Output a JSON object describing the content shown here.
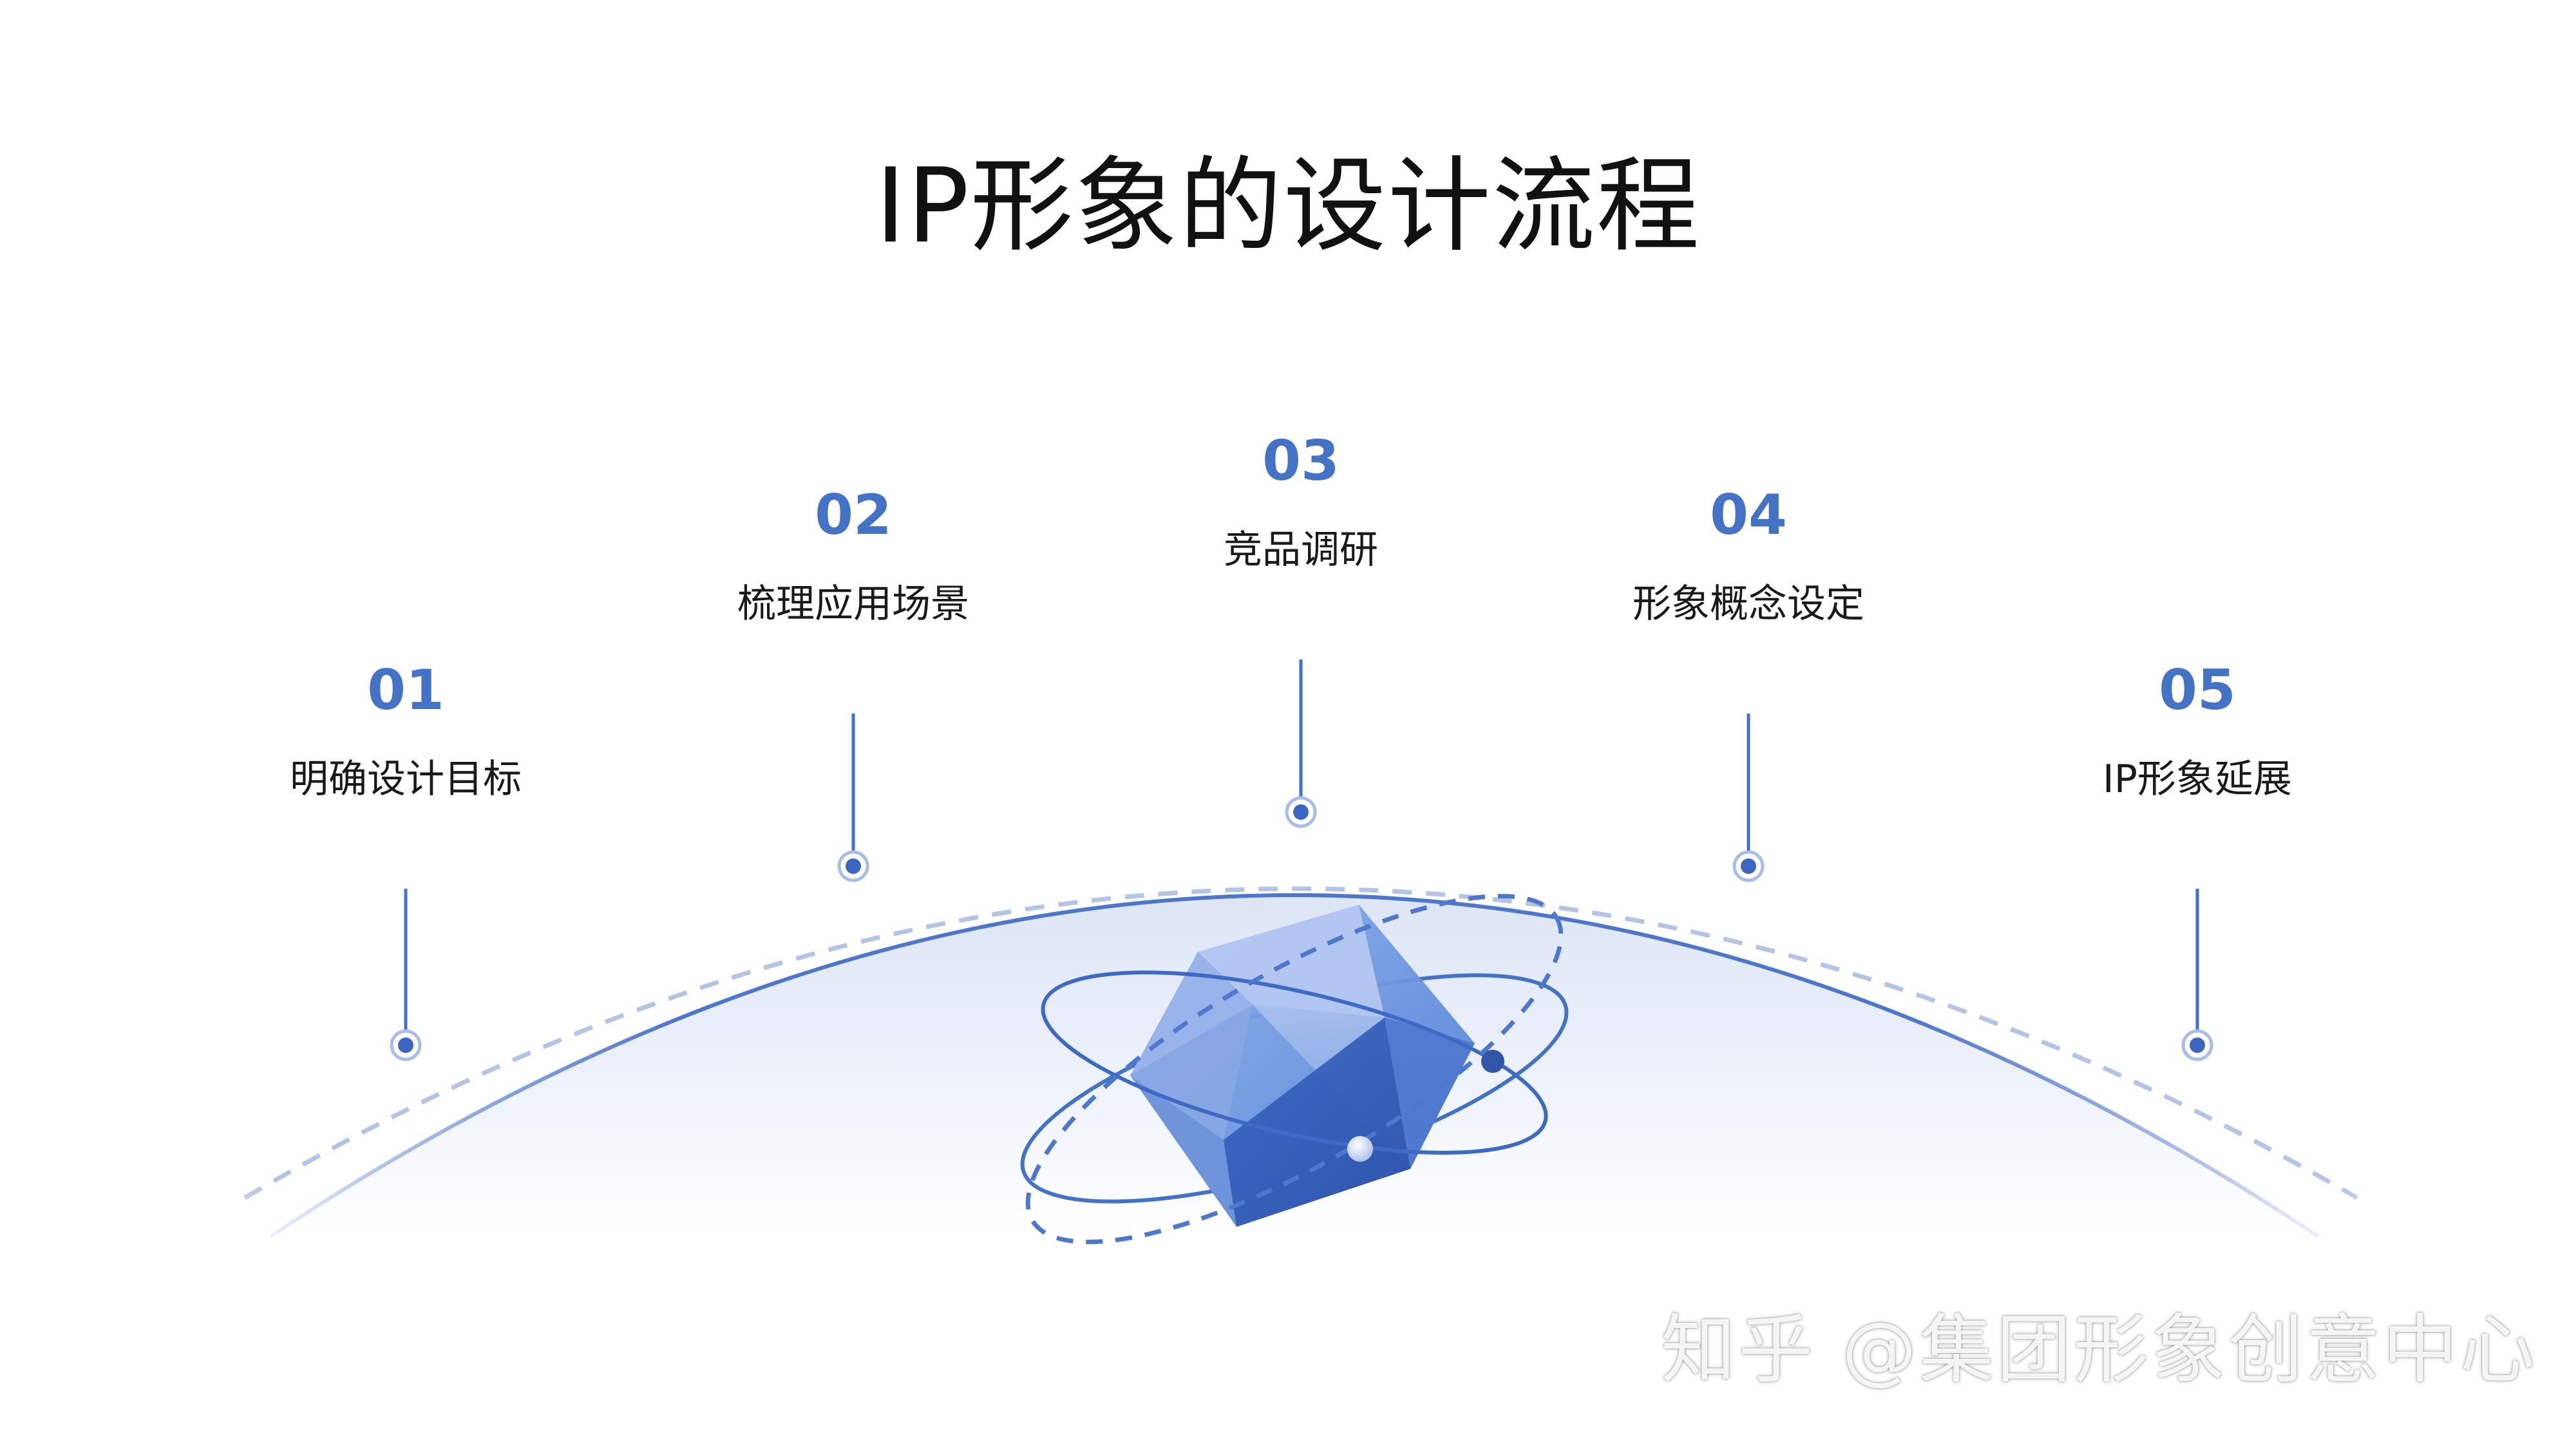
{
  "title": "IP形象的设计流程",
  "steps": [
    {
      "number": "01",
      "label": "明确设计目标"
    },
    {
      "number": "02",
      "label": "梳理应用场景"
    },
    {
      "number": "03",
      "label": "竞品调研"
    },
    {
      "number": "04",
      "label": "形象概念设定"
    },
    {
      "number": "05",
      "label": "IP形象延展"
    }
  ],
  "watermark": "知乎 @集团形象创意中心",
  "colors": {
    "accent": "#4472c4",
    "accent_dark": "#2f56a8",
    "dashed_arc": "#b4c4e2",
    "dome_fill_top": "#dfe6f6",
    "title": "#111111"
  }
}
